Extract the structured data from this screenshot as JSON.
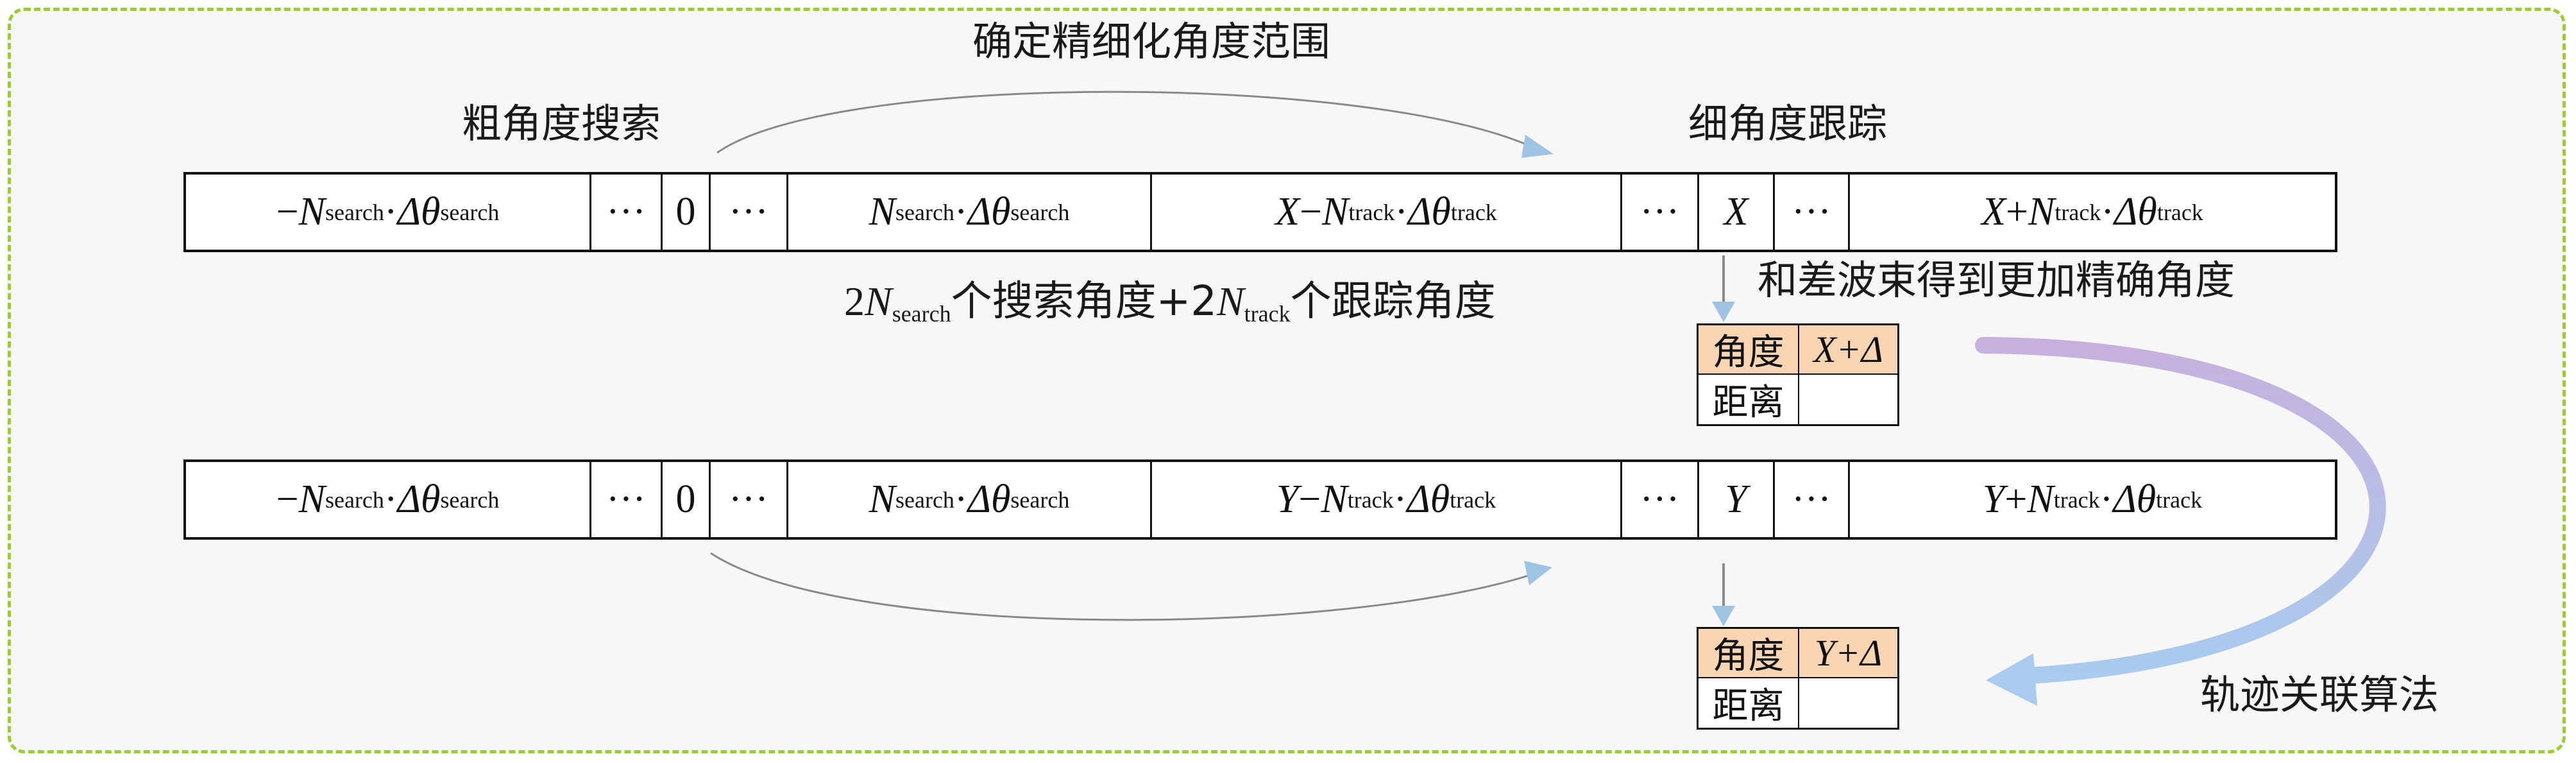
{
  "labels": {
    "top_arrow": "确定精细化角度范围",
    "coarse": "粗角度搜索",
    "fine": "细角度跟踪",
    "count_pre": "2",
    "count_mid": "个搜索角度+2",
    "count_post": "个跟踪角度",
    "monopulse": "和差波束得到更加精确角度",
    "association": "轨迹关联算法"
  },
  "sym": {
    "N": "N",
    "search": "search",
    "track": "track",
    "minus_sign": "−",
    "plus": "+",
    "minus": "−",
    "dot": "·",
    "delta_theta": "Δθ",
    "delta": "Δ",
    "ellipsis": "···",
    "zero": "0"
  },
  "strip1": {
    "center": "X"
  },
  "strip2": {
    "center": "Y"
  },
  "table1": {
    "angle_label": "角度",
    "angle_value": "X+Δ",
    "range_label": "距离",
    "range_value": ""
  },
  "table2": {
    "angle_label": "角度",
    "angle_value": "Y+Δ",
    "range_label": "距离",
    "range_value": ""
  },
  "colors": {
    "frame_border": "#9ccc34",
    "frame_fill": "#f7f7f7",
    "table_highlight": "#f9d5b3",
    "arrow_head": "#9fc3e2",
    "curve_arrow_start": "#c6b1de",
    "curve_arrow_end": "#a8cbee"
  },
  "icons": [
    "curved-arrow",
    "down-arrow",
    "thick-curved-arrow"
  ]
}
